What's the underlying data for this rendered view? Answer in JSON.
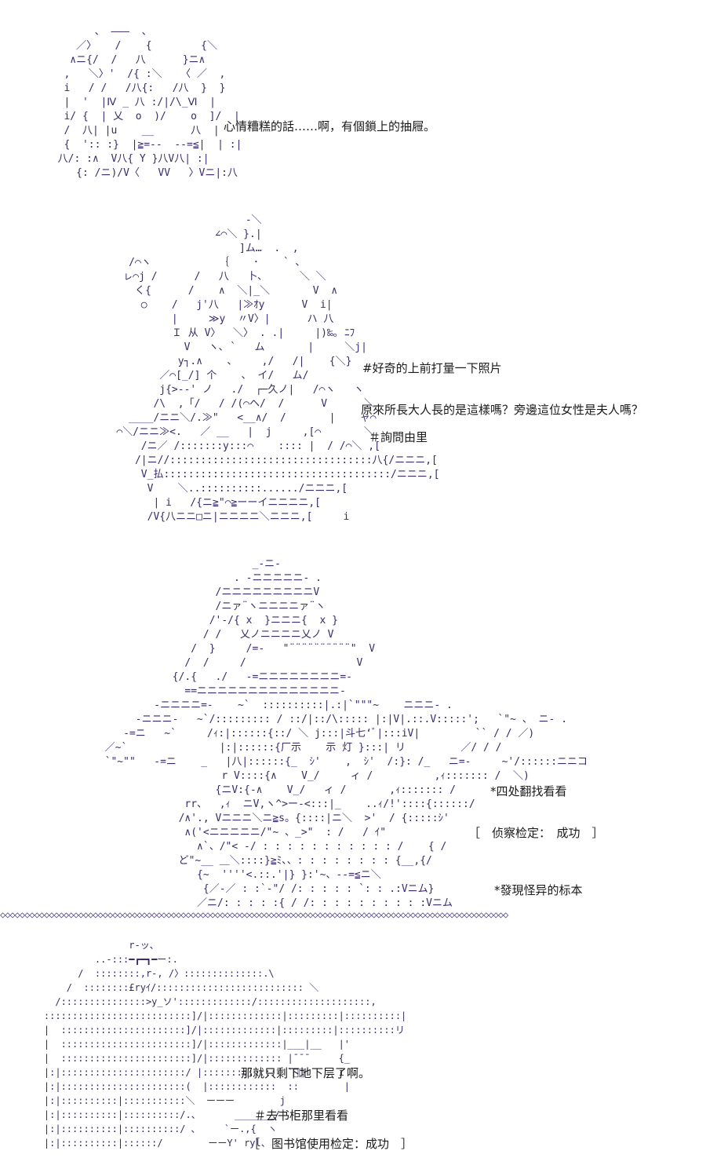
{
  "panels": [
    {
      "lines": [
        "心情糟糕的話……啊，有個鎖上的抽屜。"
      ]
    },
    {
      "lines": [
        "#好奇的上前打量一下照片",
        "原來所長大人長的是這樣嗎？旁邊這位女性是夫人嗎？",
        "＃詢問由里"
      ]
    },
    {
      "lines": [
        "*四处翻找看看",
        "［　侦察检定：　成功　］",
        "*發現怪异的标本"
      ]
    },
    {
      "lines": [
        "那就只剩下地下层了啊。",
        "＃去书柜那里看看",
        "［　图书馆使用检定：成功　］"
      ]
    }
  ],
  "divider": "◇◇◇◇◇◇◇◇◇◇◇◇◇◇◇◇◇◇◇◇◇◇◇◇◇◇◇◇◇◇◇◇◇◇◇◇◇◇◇◇◇◇◇◇◇◇◇◇◇◇◇◇◇◇◇◇◇◇◇◇◇◇◇◇◇◇◇◇◇◇◇◇◇◇◇◇◇◇◇◇◇◇◇◇◇◇◇◇◇◇◇◇◇◇◇◇◇◇◇◇◇◇◇◇"
}
